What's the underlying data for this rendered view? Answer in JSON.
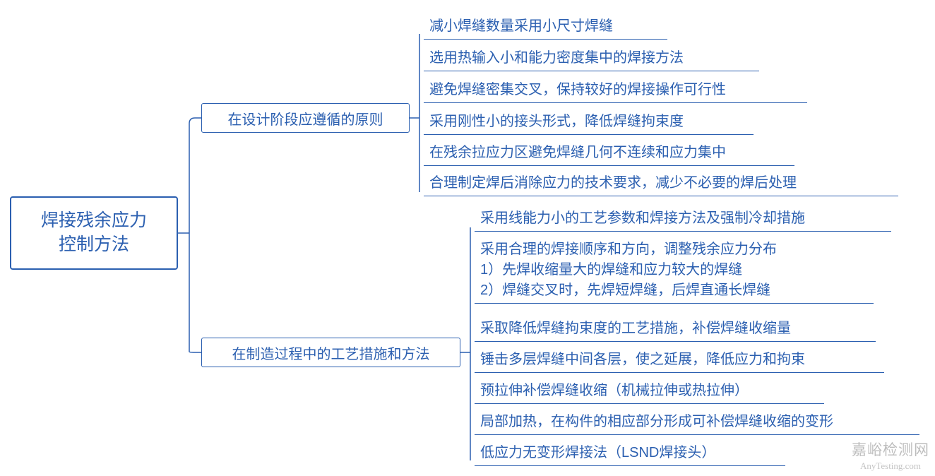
{
  "diagram": {
    "type": "mindmap",
    "accent_color": "#2b5fb0",
    "root": {
      "label": "焊接残余应力\n控制方法"
    },
    "branches": [
      {
        "id": "design",
        "label": "在设计阶段应遵循的原则",
        "leaves": [
          {
            "id": "d1",
            "text": "减小焊缝数量采用小尺寸焊缝"
          },
          {
            "id": "d2",
            "text": "选用热输入小和能力密度集中的焊接方法"
          },
          {
            "id": "d3",
            "text": "避免焊缝密集交叉，保持较好的焊接操作可行性"
          },
          {
            "id": "d4",
            "text": "采用刚性小的接头形式，降低焊缝拘束度"
          },
          {
            "id": "d5",
            "text": "在残余拉应力区避免焊缝几何不连续和应力集中"
          },
          {
            "id": "d6",
            "text": "合理制定焊后消除应力的技术要求，减少不必要的焊后处理"
          }
        ]
      },
      {
        "id": "manufacture",
        "label": "在制造过程中的工艺措施和方法",
        "leaves": [
          {
            "id": "m1",
            "text": "采用线能力小的工艺参数和焊接方法及强制冷却措施"
          },
          {
            "id": "m2",
            "text": "采用合理的焊接顺序和方向，调整残余应力分布\n1）先焊收缩量大的焊缝和应力较大的焊缝\n2）焊缝交叉时，先焊短焊缝，后焊直通长焊缝"
          },
          {
            "id": "m3",
            "text": "采取降低焊缝拘束度的工艺措施，补偿焊缝收缩量"
          },
          {
            "id": "m4",
            "text": "锤击多层焊缝中间各层，使之延展，降低应力和拘束"
          },
          {
            "id": "m5",
            "text": "预拉伸补偿焊缝收缩（机械拉伸或热拉伸）"
          },
          {
            "id": "m6",
            "text": "局部加热，在构件的相应部分形成可补偿焊缝收缩的变形"
          },
          {
            "id": "m7",
            "text": "低应力无变形焊接法（LSND焊接头）"
          }
        ]
      }
    ]
  },
  "watermark": {
    "cn": "嘉峪检测网",
    "en": "AnyTesting.com"
  }
}
